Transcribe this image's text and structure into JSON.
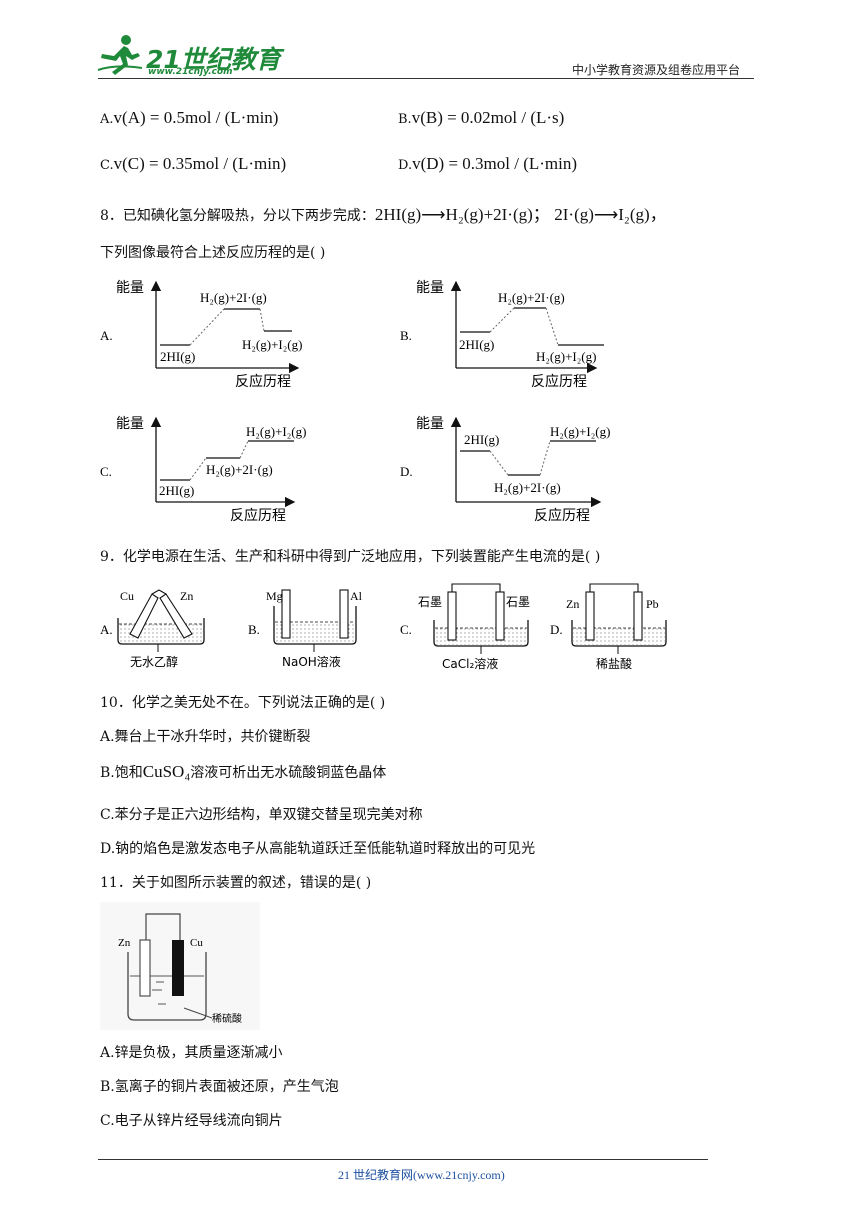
{
  "header": {
    "logo_brand": "21世纪教育",
    "logo_url": "www.21cnjy.com",
    "platform": "中小学教育资源及组卷应用平台"
  },
  "q7_options": {
    "A": {
      "letter": "A.",
      "expr": "v(A) = 0.5mol / (L·min)"
    },
    "B": {
      "letter": "B.",
      "expr": "v(B) = 0.02mol / (L·s)"
    },
    "C": {
      "letter": "C.",
      "expr": "v(C) = 0.35mol / (L·min)"
    },
    "D": {
      "letter": "D.",
      "expr": "v(D) = 0.3mol / (L·min)"
    }
  },
  "q8": {
    "stem_prefix": "8．已知碘化氢分解吸热，分以下两步完成：",
    "step1": "2HI(g)⟶H₂(g)+2I·(g)；",
    "step2": "2I·(g)⟶I₂(g)，",
    "stem_line2": "下列图像最符合上述反应历程的是(      )",
    "y_label": "能量",
    "x_label": "反应历程",
    "species": {
      "hi": "2HI(g)",
      "mid": "H₂(g)+2I·(g)",
      "final": "H₂(g)+I₂(g)"
    },
    "letters": [
      "A.",
      "B.",
      "C.",
      "D."
    ]
  },
  "q9": {
    "stem": "9．化学电源在生活、生产和科研中得到广泛地应用，下列装置能产生电流的是(      )",
    "A": {
      "letter": "A.",
      "left": "Cu",
      "right": "Zn",
      "solution": "无水乙醇"
    },
    "B": {
      "letter": "B.",
      "left": "Mg",
      "right": "Al",
      "solution": "NaOH溶液"
    },
    "C": {
      "letter": "C.",
      "left": "石墨",
      "right": "石墨",
      "solution": "CaCl₂溶液"
    },
    "D": {
      "letter": "D.",
      "left": "Zn",
      "right": "Pb",
      "solution": "稀盐酸"
    }
  },
  "q10": {
    "stem": "10．化学之美无处不在。下列说法正确的是(      )",
    "A": "A.舞台上干冰升华时，共价键断裂",
    "B_pre": "B.饱和",
    "B_formula": "CuSO₄",
    "B_post": "溶液可析出无水硫酸铜蓝色晶体",
    "C": "C.苯分子是正六边形结构，单双键交替呈现完美对称",
    "D": "D.钠的焰色是激发态电子从高能轨道跃迁至低能轨道时释放出的可见光"
  },
  "q11": {
    "stem": "11．关于如图所示装置的叙述，错误的是(      )",
    "left": "Zn",
    "right": "Cu",
    "solution": "稀硫酸",
    "A": "A.锌是负极，其质量逐渐减小",
    "B": "B.氢离子的铜片表面被还原，产生气泡",
    "C": "C.电子从锌片经导线流向铜片"
  },
  "footer": {
    "text": "21 世纪教育网(www.21cnjy.com)"
  }
}
